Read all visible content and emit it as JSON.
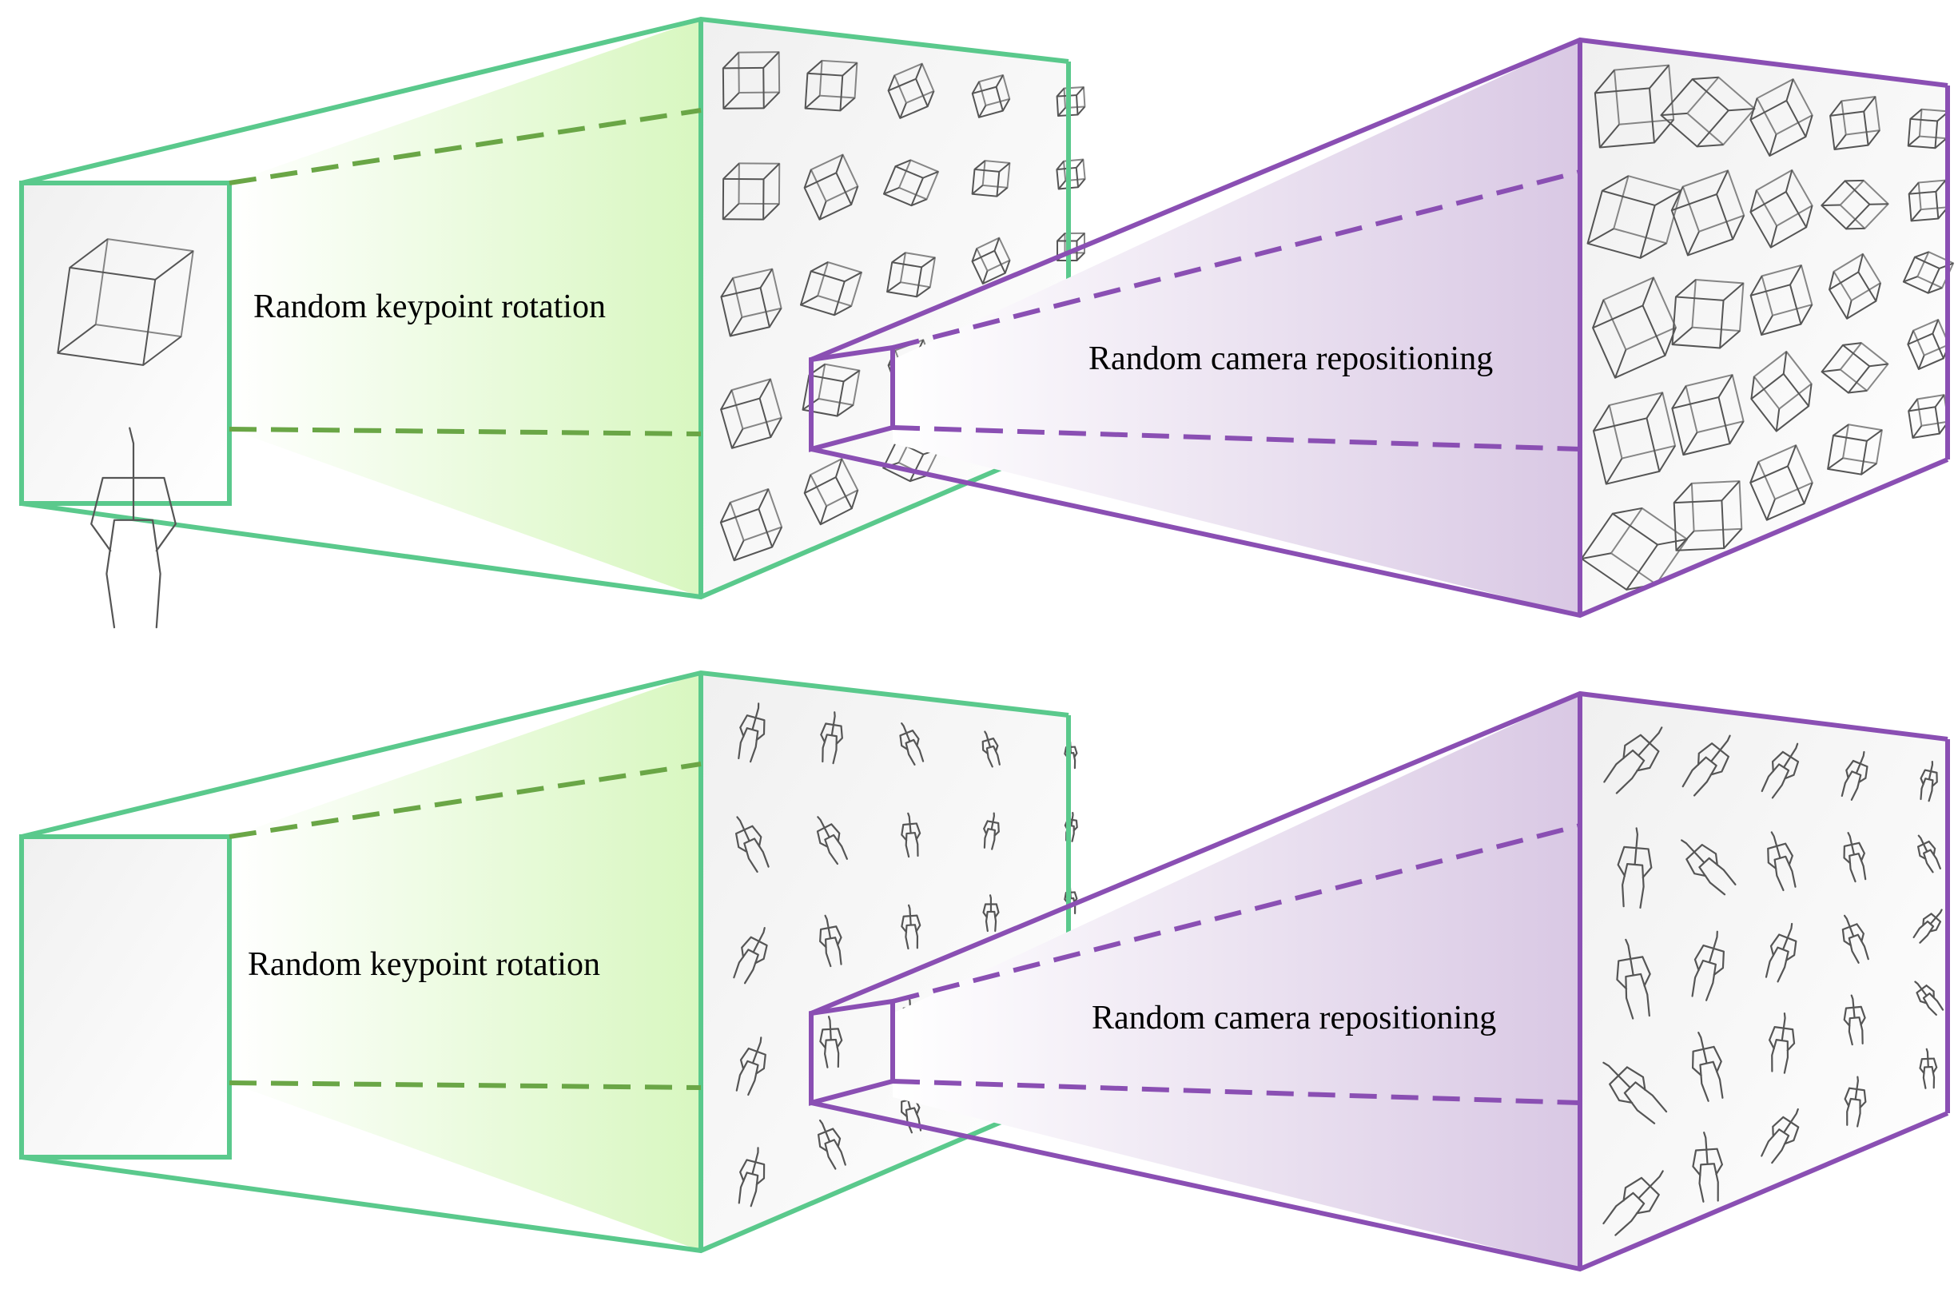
{
  "colors": {
    "green_frame": "#5ac98c",
    "green_dash": "#6aa646",
    "green_fill": "#d8f7c0",
    "purple_frame": "#8a4fb3",
    "purple_dash": "#8a4fb3",
    "purple_fill": "#d9c8e4",
    "sketch": "#555555"
  },
  "panels": [
    {
      "subject": "cube",
      "rotation_label": "Random keypoint  rotation",
      "camera_label": "Random camera repositioning"
    },
    {
      "subject": "skeleton",
      "rotation_label": "Random keypoint  rotation",
      "camera_label": "Random camera repositioning"
    }
  ]
}
